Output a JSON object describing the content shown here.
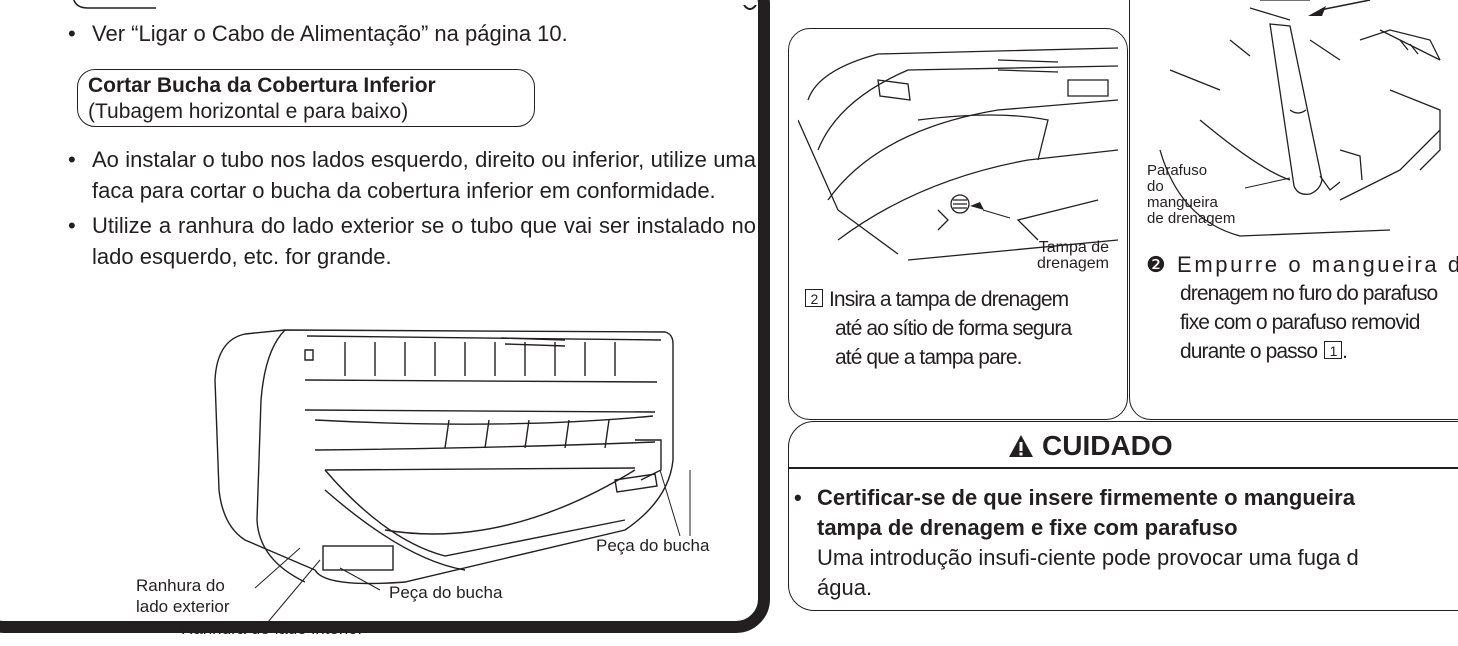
{
  "left": {
    "ref_line": "Ver “Ligar o Cabo de Alimentação” na página 10.",
    "section_title": "Cortar Bucha da Cobertura Inferior",
    "section_subtitle": "(Tubagem horizontal e para baixo)",
    "bullets": [
      "Ao instalar o tubo nos lados esquerdo, direito ou inferior, utilize uma faca para cortar o bucha da cobertura inferior em conformidade.",
      "Utilize a ranhura do lado exterior se o tubo que vai ser instalado no lado esquerdo, etc. for grande."
    ],
    "bullet_mark": "•",
    "figure_labels": {
      "outer_slot_1": "Ranhura do",
      "outer_slot_2": "lado exterior",
      "inner_slot": "Ranhura do lado interior",
      "bush_part_bottom": "Peça do bucha",
      "bush_part_right": "Peça do bucha"
    }
  },
  "step2": {
    "drain_cap_label_1": "Tampa de",
    "drain_cap_label_2": "drenagem",
    "number": "2",
    "text_lines": [
      "Insira a tampa de drenagem",
      "até ao sítio de forma segura",
      "até que a tampa pare."
    ]
  },
  "step3": {
    "screw_label_1": "Parafuso",
    "screw_label_2": "do",
    "screw_label_3": "mangueira",
    "screw_label_4": "de drenagem",
    "circle_number": "❷",
    "line1": "Empurre o mangueira d",
    "line2": "drenagem no furo do parafuso",
    "line3": "fixe com o parafuso removid",
    "line4_prefix": "durante o passo",
    "step_ref": "1",
    "line4_suffix": "."
  },
  "caution": {
    "heading": "CUIDADO",
    "bold_line1": "Certificar-se de que insere firmemente o mangueira",
    "bold_line2": "tampa de drenagem e fixe com parafuso",
    "body_line1": "Uma introdução insufi-ciente pode provocar uma fuga d",
    "body_line2": "água."
  }
}
